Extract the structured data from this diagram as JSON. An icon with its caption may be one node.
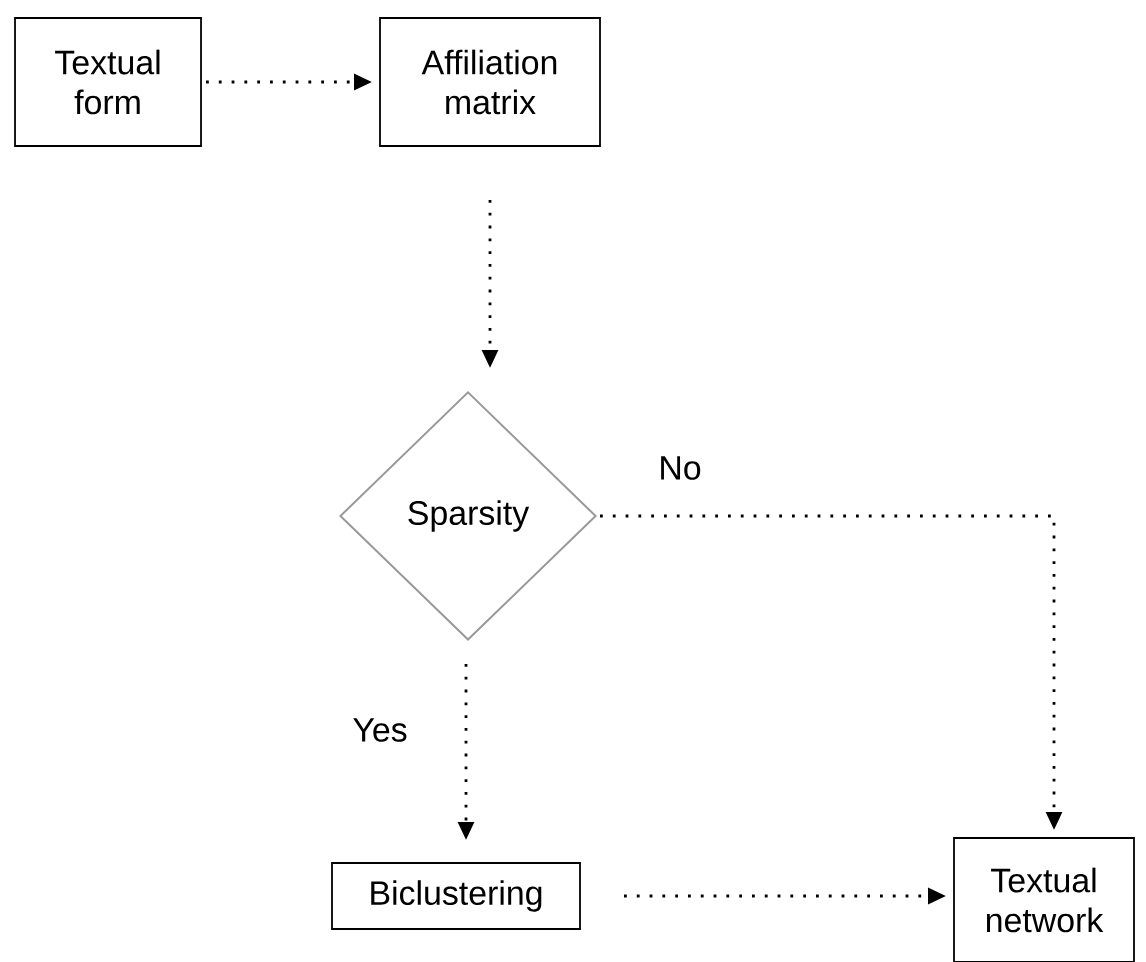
{
  "diagram": {
    "nodes": [
      {
        "text": [
          "Textual form"
        ]
      },
      {
        "text": [
          "Affiliation matrix"
        ]
      },
      {
        "text": [
          "Sparsity"
        ]
      },
      {
        "text": [
          "Biclustering"
        ]
      },
      {
        "text": [
          "Textual network"
        ]
      }
    ],
    "edges": [
      {
        "from": 0,
        "to": 1,
        "arrow": "to"
      },
      {
        "from": 1,
        "to": 2,
        "arrow": "to"
      },
      {
        "from": 2,
        "to": 4,
        "arrow": "to",
        "label": "No"
      },
      {
        "from": 2,
        "to": 3,
        "arrow": "to",
        "label": "Yes"
      },
      {
        "from": 3,
        "to": 4,
        "arrow": "to"
      }
    ]
  }
}
